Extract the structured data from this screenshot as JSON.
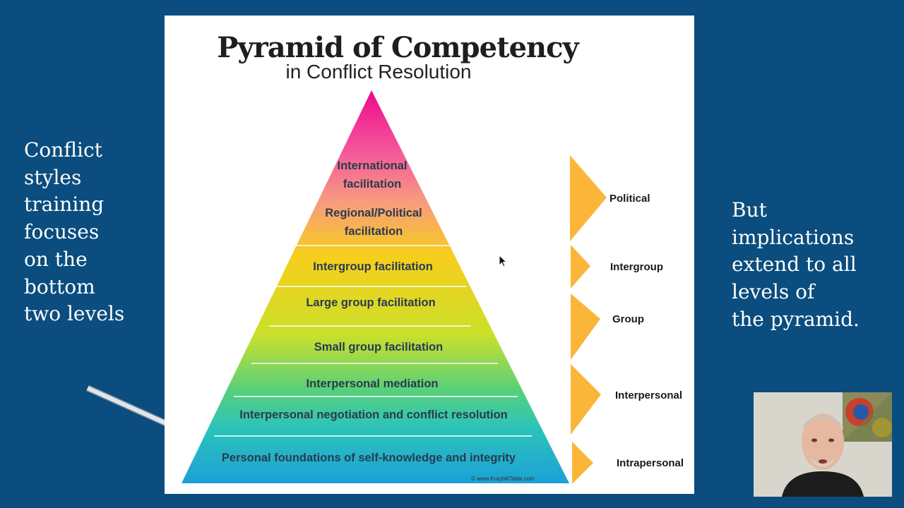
{
  "left_text": [
    "Conflict",
    "styles",
    "training",
    "focuses",
    "on the",
    "bottom",
    "two levels"
  ],
  "right_text": [
    "But",
    "implications",
    "extend to all",
    "levels of",
    "the pyramid."
  ],
  "pyramid": {
    "title": "Pyramid of Competency",
    "subtitle": "in Conflict Resolution",
    "levels": [
      {
        "line1": "International",
        "line2": "facilitation"
      },
      {
        "line1": "Regional/Political",
        "line2": "facilitation"
      },
      {
        "line1": "Intergroup  facilitation"
      },
      {
        "line1": "Large group facilitation"
      },
      {
        "line1": "Small group facilitation"
      },
      {
        "line1": "Interpersonal mediation"
      },
      {
        "line1": "Interpersonal negotiation and conflict resolution"
      },
      {
        "line1": "Personal foundations of self-knowledge and integrity"
      }
    ],
    "tiers": [
      "Political",
      "Intergroup",
      "Group",
      "Interpersonal",
      "Intrapersonal"
    ],
    "credit": "© www.KraybillTable.com"
  },
  "colors": {
    "background": "#0b4d7e",
    "tier_arrow": "#fbb63a",
    "pyramid_top": "#ec0a8c",
    "pyramid_mid": "#f7ce1c",
    "pyramid_lower": "#2cc3b9",
    "pyramid_base": "#1ba0d8"
  },
  "icons": {
    "callout_arrow": "arrow-pointing-down-right-icon",
    "cursor": "mouse-pointer-icon"
  }
}
